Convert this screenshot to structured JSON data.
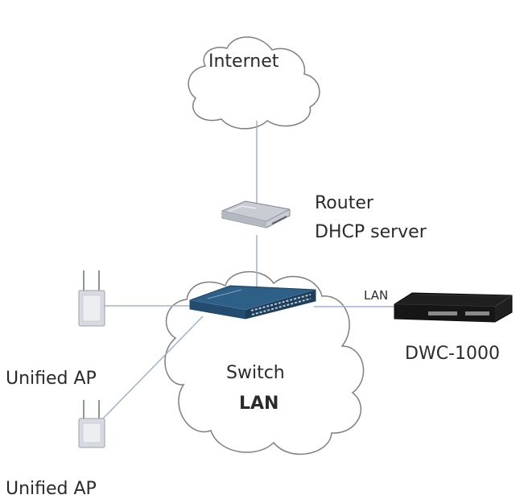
{
  "diagram": {
    "internet_label": "Internet",
    "router_label_line1": "Router",
    "router_label_line2": "DHCP server",
    "link_label": "LAN",
    "switch_label": "Switch",
    "lan_label": "LAN",
    "controller_label": "DWC-1000",
    "ap1_label": "Unified AP",
    "ap2_label": "Unified AP"
  },
  "colors": {
    "line": "#9db3cf",
    "cloud_stroke": "#7f7f7f",
    "switch_body": "#2e5f86",
    "router_body": "#c9ccd3",
    "controller_body": "#1f1f1f",
    "ap_body": "#d7dbe1"
  }
}
